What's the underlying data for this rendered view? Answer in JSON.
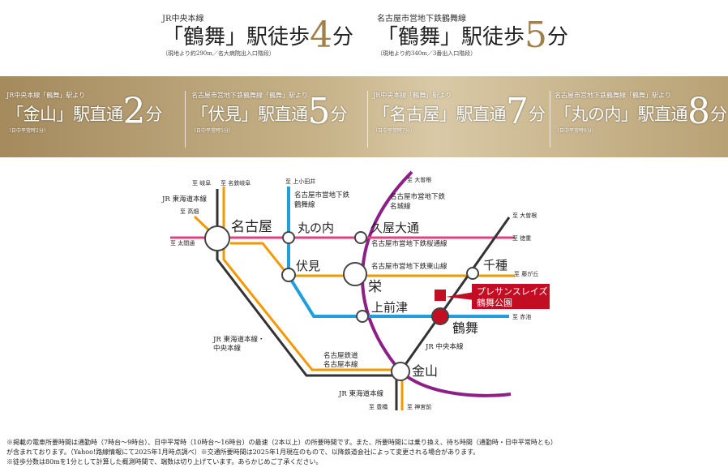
{
  "walk": [
    {
      "line": "JR中央本線",
      "station": "「鶴舞」駅徒歩",
      "minutes": "4",
      "unit": "分",
      "note": "（現地より約290m／名大病院出入口階段）"
    },
    {
      "line": "名古屋市営地下鉄鶴舞線",
      "station": "「鶴舞」駅徒歩",
      "minutes": "5",
      "unit": "分",
      "note": "（現地より約340m／3番出入口階段）"
    }
  ],
  "direct": [
    {
      "from": "JR中央本線「鶴舞」駅より",
      "station": "「金山」駅直通",
      "minutes": "2",
      "unit": "分",
      "note": "（日中平常時2分）"
    },
    {
      "from": "名古屋市営地下鉄鶴舞線「鶴舞」駅より",
      "station": "「伏見」駅直通",
      "minutes": "5",
      "unit": "分",
      "note": "（日中平常時5分）"
    },
    {
      "from": "JR中央本線「鶴舞」駅より",
      "station": "「名古屋」駅直通",
      "minutes": "7",
      "unit": "分",
      "note": "（日中平常時7分）"
    },
    {
      "from": "名古屋市営地下鉄鶴舞線「鶴舞」駅より",
      "station": "「丸の内」駅直通",
      "minutes": "8",
      "unit": "分",
      "note": "（日中平常時8分）"
    }
  ],
  "map": {
    "colors": {
      "jr": "#333333",
      "meitetsu": "#f39800",
      "tsurumai": "#1fa0dc",
      "sakuradori": "#e6407f",
      "higashiyama": "#f39800",
      "meijo": "#8e1f87",
      "property": "#c30d23"
    },
    "dest": {
      "gifu": "至 岐阜",
      "meitetsu_gifu": "至 名鉄岐阜",
      "takabata": "至 高畑",
      "taikodori": "至 太閤通",
      "kamiotai": "至 上小田井",
      "ozone_top": "至 大曽根",
      "ozone_right": "至 大曽根",
      "tokushige": "至 徳重",
      "fujigaoka": "至 藤が丘",
      "akaike": "至 赤池",
      "toyohashi": "至 豊橋",
      "jingumae": "至 神宮前"
    },
    "lines": {
      "jr_tokaido": "JR 東海道本線",
      "tsurumai": [
        "名古屋市営地下鉄",
        "鶴舞線"
      ],
      "meijo": [
        "名古屋市営地下鉄",
        "名城線"
      ],
      "sakuradori": "名古屋市営地下鉄桜通線",
      "higashiyama": "名古屋市営地下鉄東山線",
      "jr_tokaido_chuo": [
        "JR 東海道本線・",
        "中央本線"
      ],
      "meitetsu": [
        "名古屋鉄道",
        "名古屋本線"
      ],
      "jr_chuo": "JR 中央本線",
      "jr_tokaido_south": "JR 東海道本線"
    },
    "stations": {
      "nagoya": "名古屋",
      "marunouchi": "丸の内",
      "hisaya": "久屋大通",
      "fushimi": "伏見",
      "sakae": "栄",
      "chikusa": "千種",
      "kamimaezu": "上前津",
      "tsurumai": "鶴舞",
      "kanayama": "金山"
    },
    "property": [
      "プレサンスレイズ",
      "鶴舞公園"
    ]
  },
  "footnotes": [
    "※掲載の電車所要時間は通勤時（7時台～9時台）、日中平常時（10時台～16時台）の最速（2本以上）の所要時間です。また、所要時間には乗り換え、待ち時間（通勤時・日中平常時とも）",
    "が含まれております。（Yahoo!路線情報にて2025年1月時点調べ）※交通所要時間は2025年1月現在のもので、以降鉄道会社によって変更される場合があります。",
    "※徒歩分数は80mを1分として計算した概測時間で、端数は切り上げています。あらかじめご了承ください。"
  ]
}
